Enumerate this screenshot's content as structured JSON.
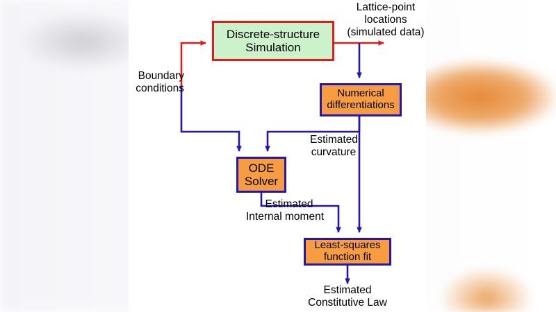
{
  "diagram": {
    "title": "Discrete-structure simulation constitutive law identification flowchart",
    "colors": {
      "sim_fill": "#ccf2cc",
      "sim_border": "#e01b1b",
      "process_fill": "#f79c40",
      "process_border": "#2116b0",
      "red_arrow": "#e01b1b",
      "blue_arrow": "#2116b0",
      "text": "#000000",
      "panel_bg": "#ffffff"
    },
    "nodes": [
      {
        "id": "discrete-structure-simulation",
        "line1": "Discrete-structure",
        "line2": "Simulation",
        "kind": "simulation"
      },
      {
        "id": "numerical-differentiations",
        "line1": "Numerical",
        "line2": "differentiations",
        "kind": "process"
      },
      {
        "id": "ode-solver",
        "line1": "ODE",
        "line2": "Solver",
        "kind": "process"
      },
      {
        "id": "least-squares-function-fit",
        "line1": "Least-squares",
        "line2": "function fit",
        "kind": "process"
      }
    ],
    "edge_labels": [
      {
        "id": "boundary-conditions",
        "line1": "Boundary",
        "line2": "conditions",
        "line3": ""
      },
      {
        "id": "lattice-point-locations",
        "line1": "Lattice-point",
        "line2": "locations",
        "line3": "(simulated data)"
      },
      {
        "id": "estimated-curvature",
        "line1": "Estimated",
        "line2": "curvature",
        "line3": ""
      },
      {
        "id": "estimated-internal-moment",
        "line1": "Estimated",
        "line2": "Internal moment",
        "line3": ""
      },
      {
        "id": "estimated-constitutive-law",
        "line1": "Estimated",
        "line2": "Constitutive Law",
        "line3": ""
      }
    ]
  }
}
